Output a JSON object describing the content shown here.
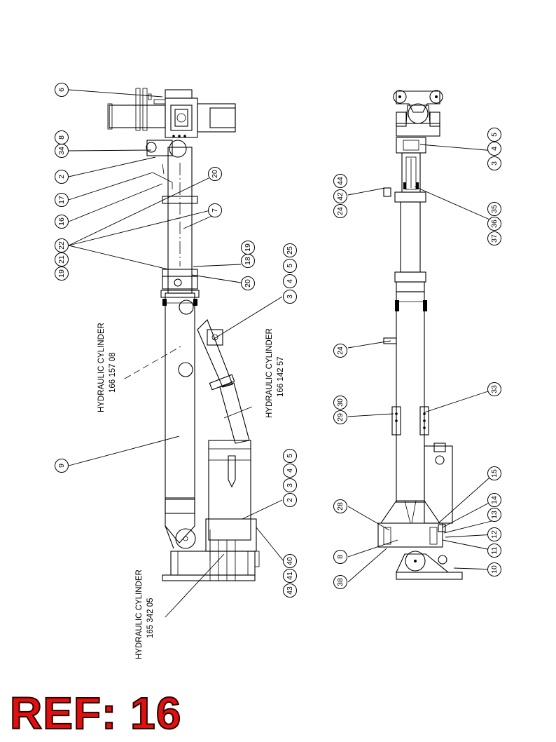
{
  "drawing": {
    "left_view_callouts": [
      {
        "id": "lbl-6",
        "text": "6"
      },
      {
        "id": "lbl-8",
        "text": "8"
      },
      {
        "id": "lbl-34",
        "text": "34"
      },
      {
        "id": "lbl-2",
        "text": "2"
      },
      {
        "id": "lbl-17",
        "text": "17"
      },
      {
        "id": "lbl-16",
        "text": "16"
      },
      {
        "id": "lbl-22",
        "text": "22"
      },
      {
        "id": "lbl-21",
        "text": "21"
      },
      {
        "id": "lbl-19",
        "text": "19"
      },
      {
        "id": "lbl-20a",
        "text": "20"
      },
      {
        "id": "lbl-7",
        "text": "7"
      },
      {
        "id": "lbl-18",
        "text": "18"
      },
      {
        "id": "lbl-19b",
        "text": "19"
      },
      {
        "id": "lbl-20b",
        "text": "20"
      },
      {
        "id": "lbl-25",
        "text": "25"
      },
      {
        "id": "lbl-5a",
        "text": "5"
      },
      {
        "id": "lbl-4a",
        "text": "4"
      },
      {
        "id": "lbl-3a",
        "text": "3"
      },
      {
        "id": "lbl-9",
        "text": "9"
      },
      {
        "id": "lbl-5b",
        "text": "5"
      },
      {
        "id": "lbl-4b",
        "text": "4"
      },
      {
        "id": "lbl-3b",
        "text": "3"
      },
      {
        "id": "lbl-2b",
        "text": "2"
      },
      {
        "id": "lbl-40",
        "text": "40"
      },
      {
        "id": "lbl-41",
        "text": "41"
      },
      {
        "id": "lbl-43",
        "text": "43"
      }
    ],
    "right_view_callouts": [
      {
        "id": "lbl-r5",
        "text": "5"
      },
      {
        "id": "lbl-r4",
        "text": "4"
      },
      {
        "id": "lbl-r3",
        "text": "3"
      },
      {
        "id": "lbl-r44a",
        "text": "44"
      },
      {
        "id": "lbl-r42",
        "text": "42"
      },
      {
        "id": "lbl-r24a",
        "text": "24"
      },
      {
        "id": "lbl-r35",
        "text": "35"
      },
      {
        "id": "lbl-r36",
        "text": "36"
      },
      {
        "id": "lbl-r37",
        "text": "37"
      },
      {
        "id": "lbl-r24b",
        "text": "24"
      },
      {
        "id": "lbl-r33",
        "text": "33"
      },
      {
        "id": "lbl-r30",
        "text": "30"
      },
      {
        "id": "lbl-r29",
        "text": "29"
      },
      {
        "id": "lbl-r15",
        "text": "15"
      },
      {
        "id": "lbl-r28",
        "text": "28"
      },
      {
        "id": "lbl-r14",
        "text": "14"
      },
      {
        "id": "lbl-r13",
        "text": "13"
      },
      {
        "id": "lbl-r12",
        "text": "12"
      },
      {
        "id": "lbl-r11",
        "text": "11"
      },
      {
        "id": "lbl-r8",
        "text": "8"
      },
      {
        "id": "lbl-r10",
        "text": "10"
      },
      {
        "id": "lbl-r38",
        "text": "38"
      }
    ],
    "notes": {
      "cyl1_title": "HYDRAULIC CYLINDER",
      "cyl1_number": "166 157 08",
      "cyl2_title": "HYDRAULIC CYLINDER",
      "cyl2_number": "166 142 57",
      "cyl3_title": "HYDRAULIC CYLINDER",
      "cyl3_number": "165 342 05"
    }
  },
  "reference": {
    "label": "REF: 16",
    "color": "#e01010"
  }
}
